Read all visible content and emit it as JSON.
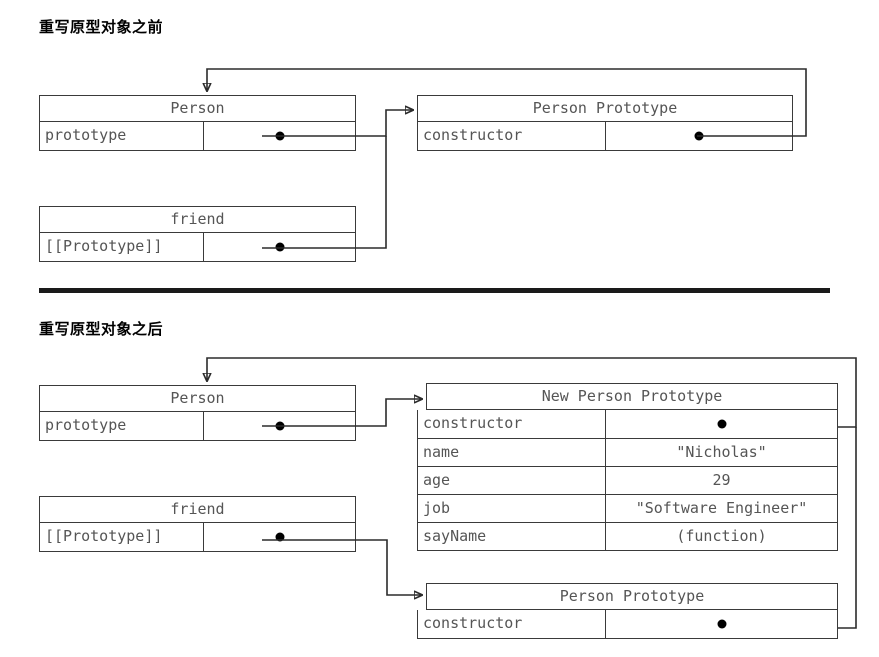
{
  "sections": [
    {
      "heading": "重写原型对象之前",
      "boxes": {
        "person": {
          "title": "Person",
          "rows": [
            {
              "key": "prototype",
              "value": "",
              "pointer": true
            }
          ]
        },
        "friend": {
          "title": "friend",
          "rows": [
            {
              "key": "[[Prototype]]",
              "value": "",
              "pointer": true
            }
          ]
        },
        "person_prototype": {
          "title": "Person Prototype",
          "rows": [
            {
              "key": "constructor",
              "value": "",
              "pointer": true
            }
          ]
        }
      }
    },
    {
      "heading": "重写原型对象之后",
      "boxes": {
        "person": {
          "title": "Person",
          "rows": [
            {
              "key": "prototype",
              "value": "",
              "pointer": true
            }
          ]
        },
        "friend": {
          "title": "friend",
          "rows": [
            {
              "key": "[[Prototype]]",
              "value": "",
              "pointer": true
            }
          ]
        },
        "new_person_prototype": {
          "title": "New Person Prototype",
          "rows": [
            {
              "key": "constructor",
              "value": "",
              "pointer": true
            },
            {
              "key": "name",
              "value": "\"Nicholas\"",
              "pointer": false
            },
            {
              "key": "age",
              "value": "29",
              "pointer": false
            },
            {
              "key": "job",
              "value": "\"Software Engineer\"",
              "pointer": false
            },
            {
              "key": "sayName",
              "value": "(function)",
              "pointer": false
            }
          ]
        },
        "person_prototype": {
          "title": "Person Prototype",
          "rows": [
            {
              "key": "constructor",
              "value": "",
              "pointer": true
            }
          ]
        }
      }
    }
  ],
  "colors": {
    "line": "#2b2b2b",
    "text": "#555555",
    "heading": "#000000",
    "divider": "#1a1a1a",
    "background": "#ffffff"
  }
}
